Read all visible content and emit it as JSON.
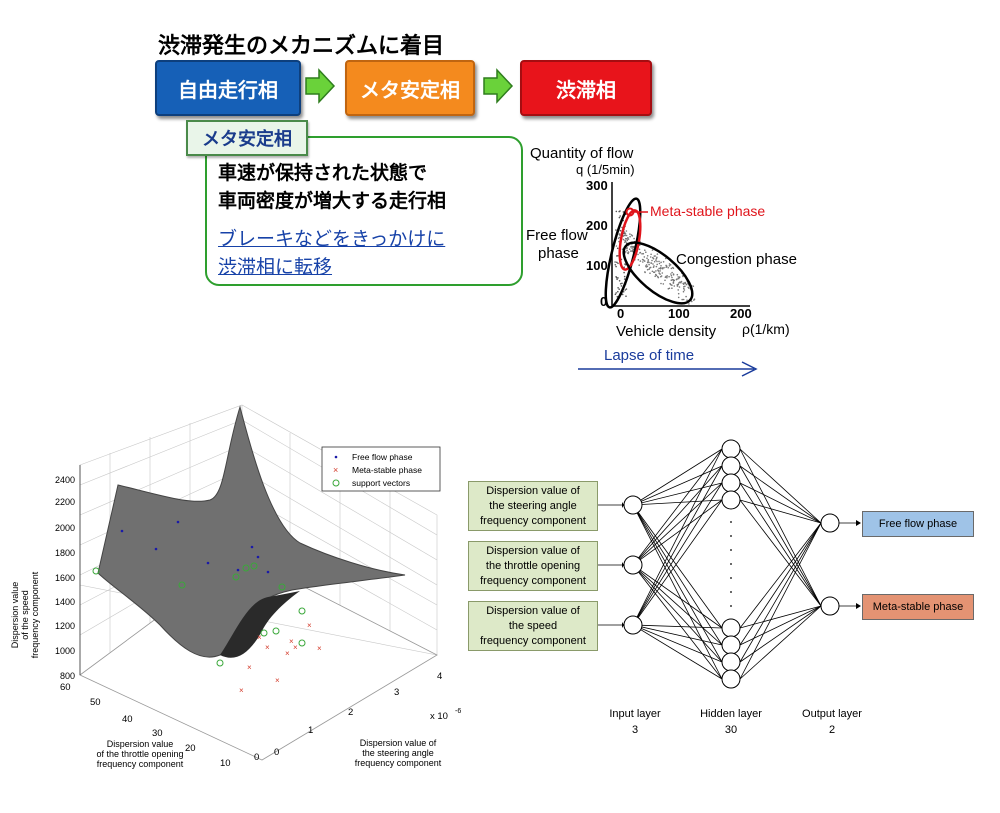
{
  "title": "渋滞発生のメカニズムに着目",
  "phases": [
    "自由走行相",
    "メタ安定相",
    "渋滞相"
  ],
  "callout": {
    "tag": "メタ安定相",
    "line1": "車速が保持された状態で",
    "line2": "車両密度が増大する走行相",
    "link1": "ブレーキなどをきっかけに",
    "link2": "渋滞相に転移"
  },
  "flow_chart": {
    "title_line1": "Quantity of flow",
    "title_line2": "q (1/5min)",
    "y_ticks": [
      "300",
      "200",
      "100",
      "0"
    ],
    "x_ticks": [
      "0",
      "100",
      "200"
    ],
    "xlabel": "Vehicle density",
    "xunit": "ρ(1/km)",
    "free_flow_1": "Free flow",
    "free_flow_2": "phase",
    "meta_stable": "Meta-stable phase",
    "congestion": "Congestion phase",
    "lapse": "Lapse of time"
  },
  "svm_plot": {
    "z_ticks": [
      "2400",
      "2200",
      "2000",
      "1800",
      "1600",
      "1400",
      "1200",
      "1000",
      "800"
    ],
    "z_label_1": "Dispersion value",
    "z_label_2": "of the speed",
    "z_label_3": "frequency component",
    "x_ticks": [
      "60",
      "50",
      "40",
      "30",
      "20",
      "10",
      "0"
    ],
    "x_label_1": "Dispersion value",
    "x_label_2": "of the throttle opening",
    "x_label_3": "frequency component",
    "y_ticks": [
      "0",
      "1",
      "2",
      "3",
      "4"
    ],
    "y_exp": "x 10",
    "y_exp_power": "-6",
    "y_label_1": "Dispersion value of",
    "y_label_2": "the steering angle",
    "y_label_3": "frequency component",
    "legend": [
      "Free flow phase",
      "Meta-stable phase",
      "support vectors"
    ],
    "colors": {
      "free": "#1a1aa8",
      "meta": "#d43a2a",
      "sv": "#3aa83a",
      "surface": "#6b6b6b"
    }
  },
  "nn": {
    "inputs": [
      [
        "Dispersion value of",
        "the steering angle",
        "frequency component"
      ],
      [
        "Dispersion value of",
        "the throttle opening",
        "frequency component"
      ],
      [
        "Dispersion value of",
        "the speed",
        "frequency component"
      ]
    ],
    "outputs": [
      "Free flow phase",
      "Meta-stable phase"
    ],
    "layers": [
      {
        "name": "Input layer",
        "count": "3"
      },
      {
        "name": "Hidden layer",
        "count": "30"
      },
      {
        "name": "Output layer",
        "count": "2"
      }
    ],
    "colors": {
      "input_box": "#dde9c8",
      "free_box": "#9fc3e7",
      "meta_box": "#e49373"
    }
  }
}
